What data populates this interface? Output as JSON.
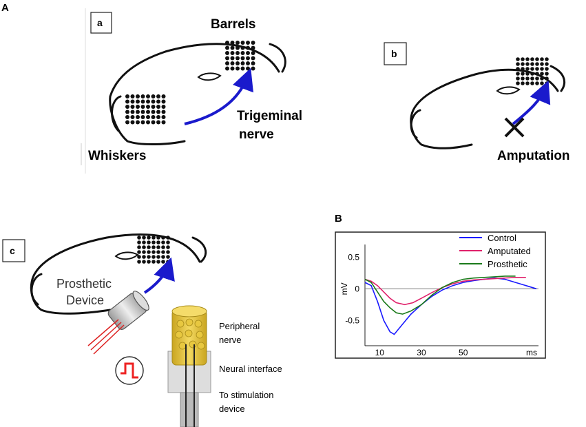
{
  "panelA": {
    "letter": "A",
    "a": {
      "box": "a",
      "barrels": "Barrels",
      "trig1": "Trigeminal",
      "trig2": "nerve",
      "whiskers": "Whiskers"
    },
    "b": {
      "box": "b",
      "amputation": "Amputation"
    },
    "c": {
      "box": "c",
      "prosthetic1": "Prosthetic",
      "prosthetic2": "Device",
      "peripheral1": "Peripheral",
      "peripheral2": "nerve",
      "neural": "Neural interface",
      "stim1": "To stimulation",
      "stim2": "device"
    }
  },
  "panelB": {
    "letter": "B",
    "chart_data": {
      "type": "line",
      "ylabel": "mV",
      "xlabel": "ms",
      "x_ticks": [
        10,
        30,
        50
      ],
      "y_ticks": [
        0.5,
        0,
        -0.5
      ],
      "x_tick_labels": [
        "10",
        "30",
        "50"
      ],
      "y_tick_labels": [
        "0.5",
        "0",
        "-0.5"
      ],
      "legend_position": "top-right",
      "xlim": [
        3,
        86
      ],
      "ylim": [
        -0.9,
        0.7
      ],
      "series": [
        {
          "name": "Control",
          "color": "#1a1aff",
          "x": [
            3,
            6,
            9,
            12,
            15,
            17,
            20,
            25,
            30,
            35,
            40,
            45,
            50,
            55,
            60,
            65,
            70,
            75,
            80,
            85
          ],
          "y": [
            0.1,
            0.05,
            -0.2,
            -0.5,
            -0.68,
            -0.72,
            -0.6,
            -0.4,
            -0.25,
            -0.12,
            -0.02,
            0.05,
            0.1,
            0.13,
            0.15,
            0.17,
            0.15,
            0.1,
            0.05,
            0
          ]
        },
        {
          "name": "Amputated",
          "color": "#e0206a",
          "x": [
            3,
            6,
            9,
            12,
            15,
            18,
            22,
            26,
            30,
            35,
            40,
            45,
            50,
            55,
            60,
            65,
            70,
            75,
            80
          ],
          "y": [
            0.15,
            0.12,
            0.05,
            -0.05,
            -0.15,
            -0.22,
            -0.25,
            -0.22,
            -0.15,
            -0.06,
            0.02,
            0.08,
            0.12,
            0.14,
            0.15,
            0.16,
            0.17,
            0.18,
            0.18
          ]
        },
        {
          "name": "Prosthetic",
          "color": "#1a7a1a",
          "x": [
            3,
            6,
            9,
            12,
            15,
            18,
            21,
            25,
            30,
            35,
            40,
            45,
            50,
            55,
            60,
            65,
            70,
            75
          ],
          "y": [
            0.15,
            0.1,
            -0.05,
            -0.2,
            -0.3,
            -0.38,
            -0.4,
            -0.35,
            -0.25,
            -0.1,
            0.02,
            0.1,
            0.15,
            0.17,
            0.18,
            0.19,
            0.2,
            0.2
          ]
        }
      ]
    }
  }
}
